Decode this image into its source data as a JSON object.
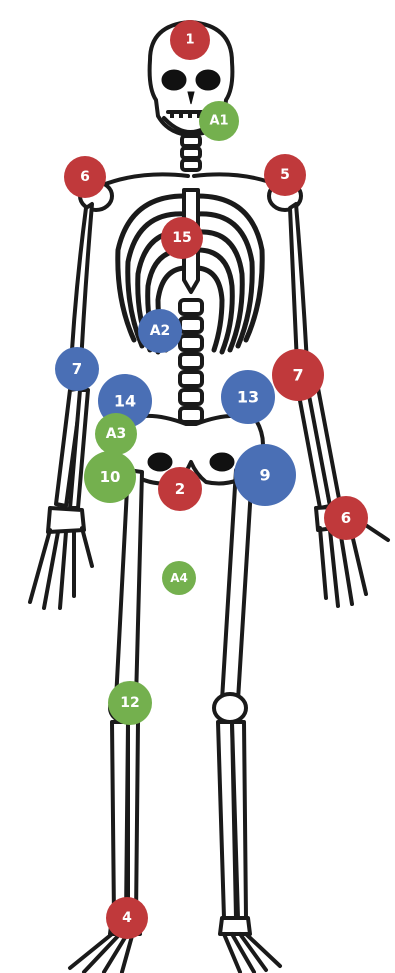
{
  "colors": {
    "red": "#c0393b",
    "blue": "#4a6fb5",
    "green": "#74b04e"
  },
  "markers": [
    {
      "id": "m-1",
      "label": "1",
      "color": "red"
    },
    {
      "id": "m-a1",
      "label": "A1",
      "color": "green"
    },
    {
      "id": "m-6a",
      "label": "6",
      "color": "red"
    },
    {
      "id": "m-5",
      "label": "5",
      "color": "red"
    },
    {
      "id": "m-15",
      "label": "15",
      "color": "red"
    },
    {
      "id": "m-a2",
      "label": "A2",
      "color": "blue"
    },
    {
      "id": "m-7a",
      "label": "7",
      "color": "blue"
    },
    {
      "id": "m-7b",
      "label": "7",
      "color": "red"
    },
    {
      "id": "m-14",
      "label": "14",
      "color": "blue"
    },
    {
      "id": "m-13",
      "label": "13",
      "color": "blue"
    },
    {
      "id": "m-a3",
      "label": "A3",
      "color": "green"
    },
    {
      "id": "m-10",
      "label": "10",
      "color": "green"
    },
    {
      "id": "m-2",
      "label": "2",
      "color": "red"
    },
    {
      "id": "m-9",
      "label": "9",
      "color": "blue"
    },
    {
      "id": "m-6b",
      "label": "6",
      "color": "red"
    },
    {
      "id": "m-a4",
      "label": "A4",
      "color": "green"
    },
    {
      "id": "m-12",
      "label": "12",
      "color": "green"
    },
    {
      "id": "m-4",
      "label": "4",
      "color": "red"
    }
  ]
}
